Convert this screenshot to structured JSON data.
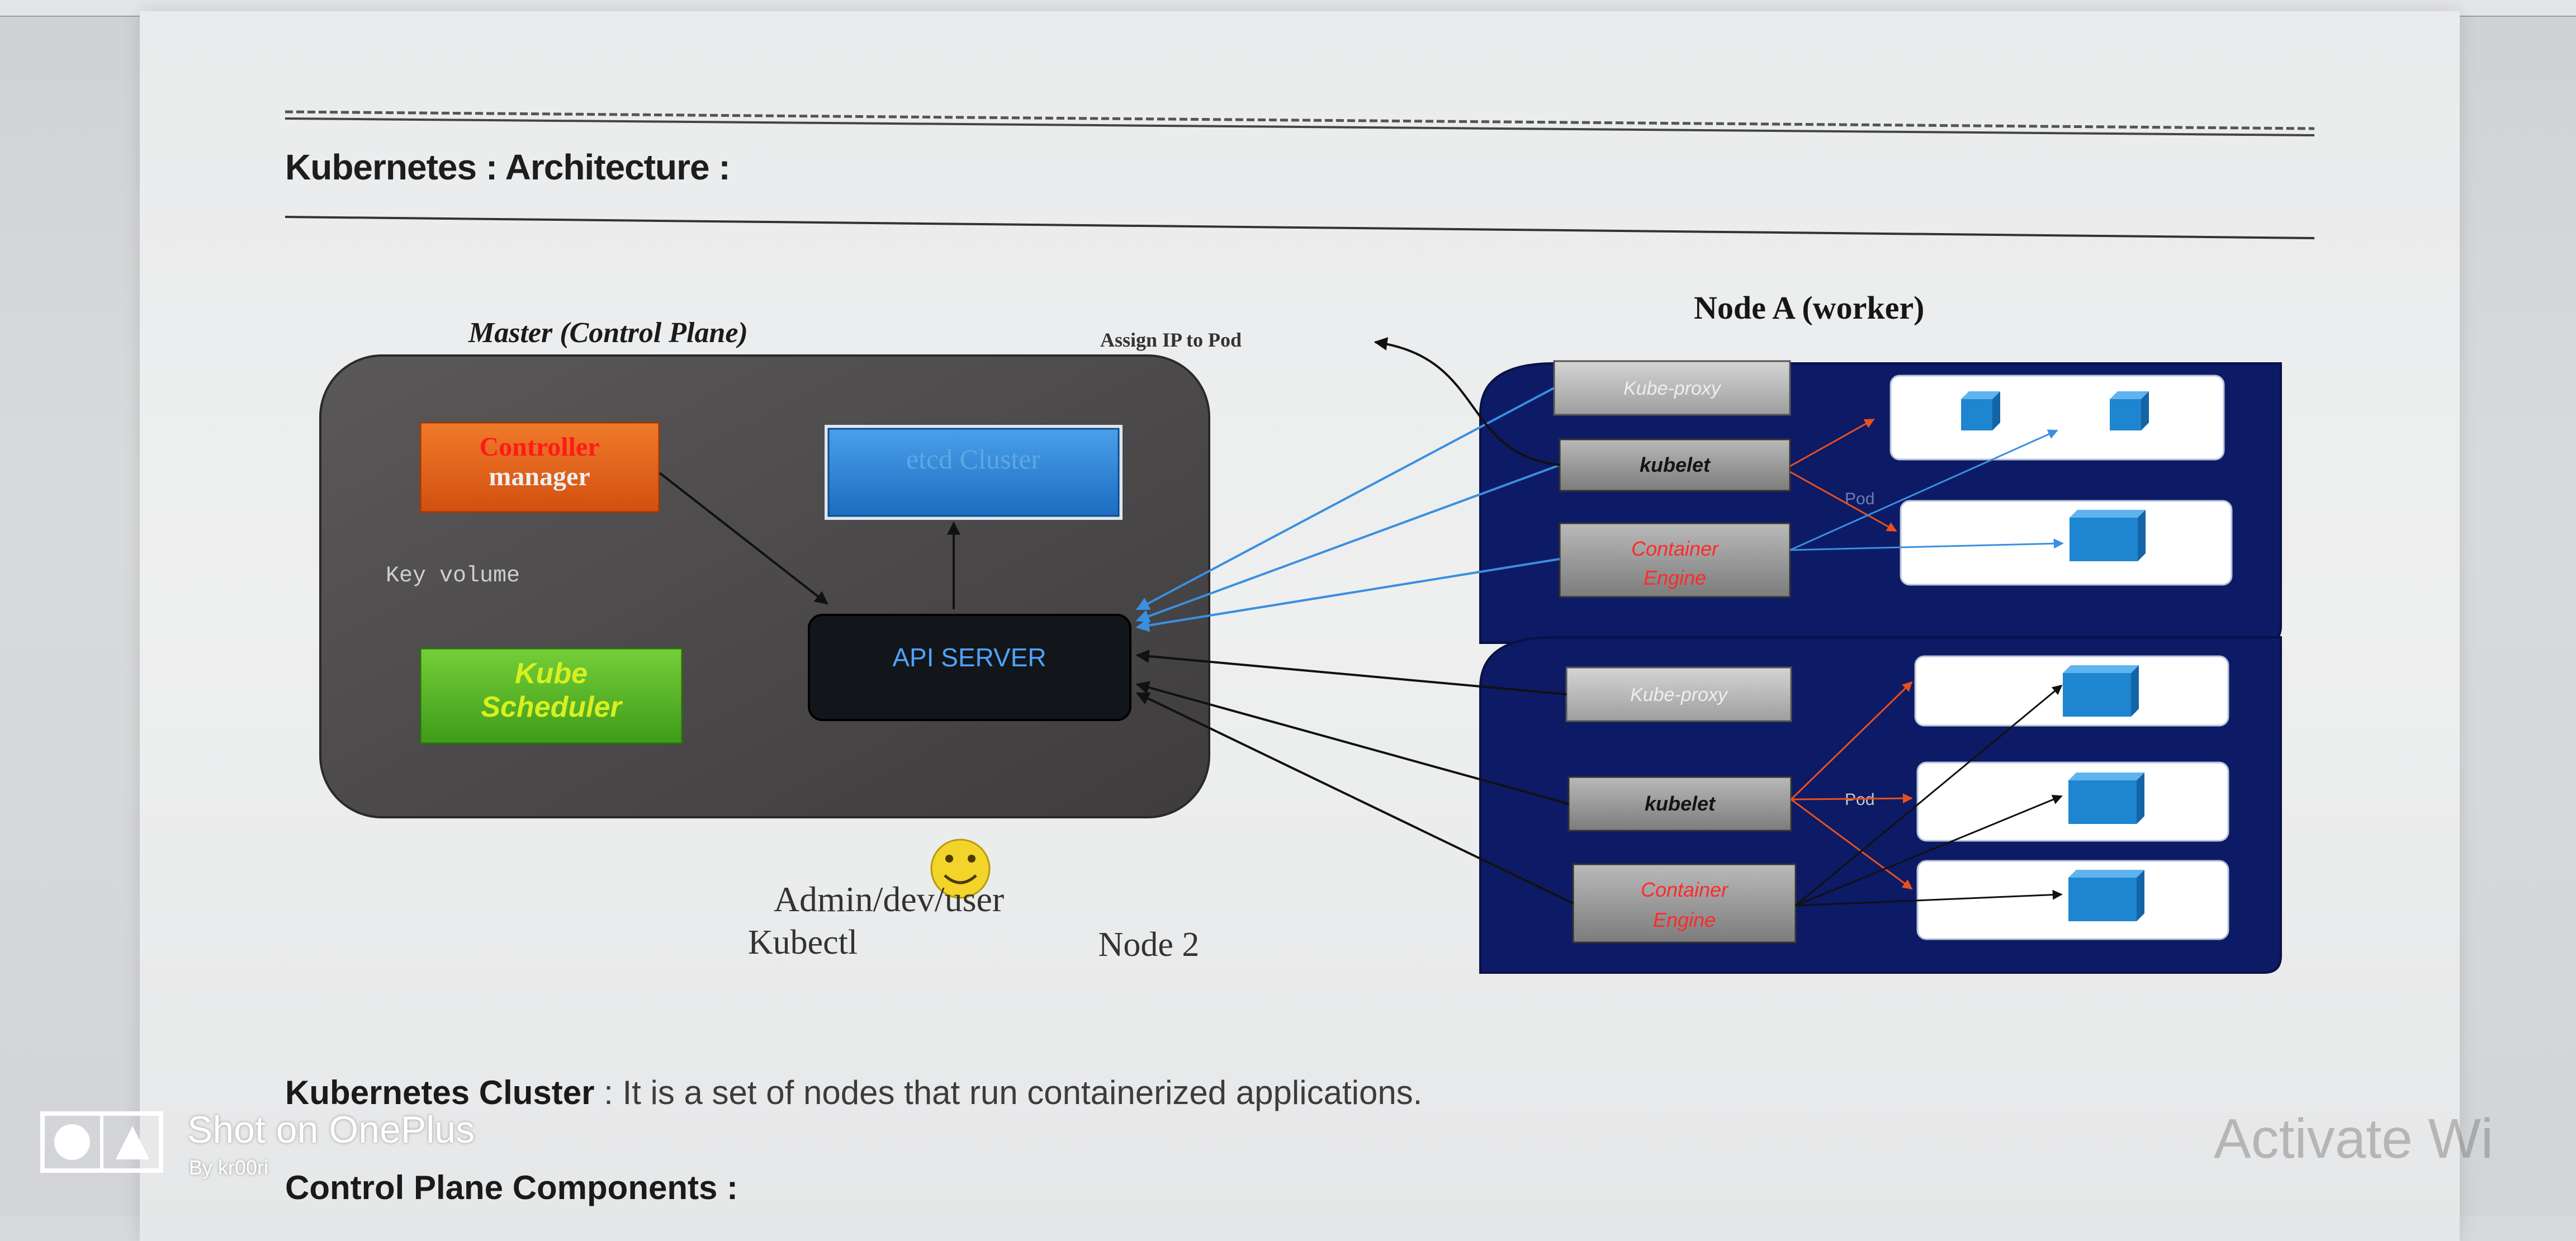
{
  "document": {
    "title": "Kubernetes : Architecture :",
    "cluster_term": "Kubernetes Cluster",
    "cluster_def": " : It is a set of nodes that run containerized applications.",
    "control_plane_heading": "Control Plane Components :"
  },
  "diagram": {
    "master_label": "Master (Control Plane)",
    "controller_line1": "Controller",
    "controller_line2": "manager",
    "etcd_label": "etcd Cluster",
    "key_volume": "Key volume",
    "scheduler_line1": "Kube",
    "scheduler_line2": "Scheduler",
    "api_server": "API SERVER",
    "assign_ip": "Assign IP to Pod",
    "node_a_label": "Node A (worker)",
    "kube_proxy": "Kube-proxy",
    "kubelet": "kubelet",
    "engine_line1": "Container",
    "engine_line2": "Engine",
    "pod": "Pod",
    "admin": "Admin/dev/user",
    "kubectl": "Kubectl",
    "node2": "Node 2"
  },
  "colors": {
    "controller": "#e8641c",
    "etcd": "#2f86d6",
    "scheduler": "#58b82a",
    "api_server": "#111418",
    "master_bg": "#4a4849",
    "worker_bg": "#0d1a66",
    "container_cube": "#1e86d0"
  },
  "overlay": {
    "brand": "Shot on OnePlus",
    "credit": "By kr00ri",
    "activate": "Activate Wi"
  }
}
